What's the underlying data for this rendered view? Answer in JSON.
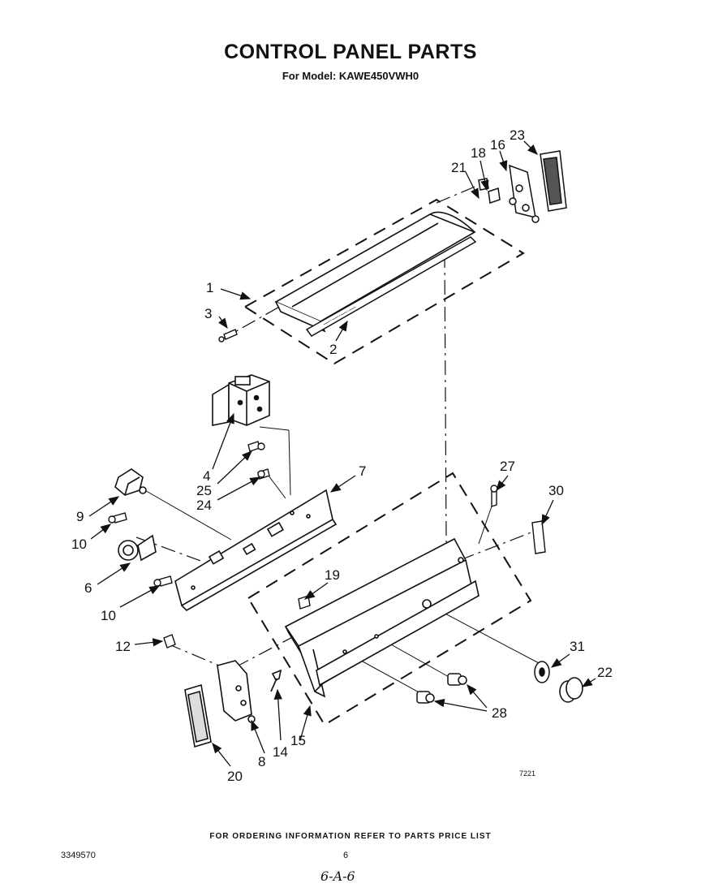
{
  "header": {
    "title": "CONTROL PANEL PARTS",
    "subtitle": "For Model: KAWE450VWH0"
  },
  "callouts": {
    "c1": "1",
    "c2": "2",
    "c3": "3",
    "c4": "4",
    "c6": "6",
    "c7": "7",
    "c8": "8",
    "c9": "9",
    "c10a": "10",
    "c10b": "10",
    "c12": "12",
    "c14": "14",
    "c15": "15",
    "c16": "16",
    "c18": "18",
    "c19": "19",
    "c20": "20",
    "c21": "21",
    "c22": "22",
    "c23": "23",
    "c24": "24",
    "c25": "25",
    "c27": "27",
    "c28": "28",
    "c30": "30",
    "c31": "31"
  },
  "figure_code": "7221",
  "footer": {
    "ordering_note": "FOR ORDERING INFORMATION REFER TO PARTS PRICE LIST",
    "document_number": "3349570",
    "page_number": "6",
    "handwritten_note": "6-A-6"
  }
}
